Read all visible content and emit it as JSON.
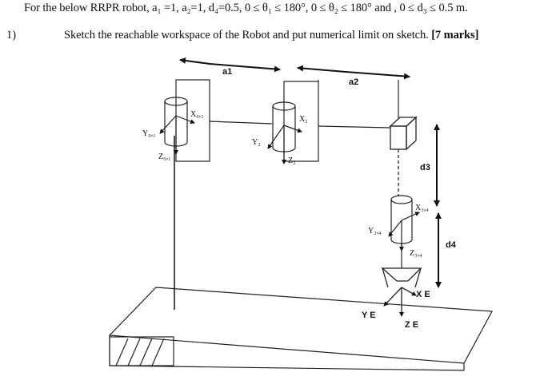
{
  "header": {
    "given_line": "For the below RRPR robot, a₁ =1, a₂=1, d₄=0.5, 0 ≤ θ₁ ≤ 180°, 0 ≤ θ₂ ≤ 180° and , 0 ≤ d₃ ≤ 0.5 m."
  },
  "question": {
    "number": "1)",
    "text": "Sketch the reachable workspace of the Robot and put numerical limit on sketch.",
    "marks": "[7 marks]"
  },
  "diagram": {
    "dim_a1": "a1",
    "dim_a2": "a2",
    "dim_d3": "d3",
    "dim_d4": "d4",
    "frame0_x": "X₀,₁",
    "frame0_y": "Y₀,₁",
    "frame0_z": "Z₀,₁",
    "frame2_x": "X₂",
    "frame2_y": "Y₂",
    "frame2_z": "Z₂",
    "frame34_x": "X₃,₄",
    "frame34_y": "Y₃,₄",
    "frame34_z": "Z₃,₄",
    "end_x": "X E",
    "end_y": "Y E",
    "end_z": "Z E"
  }
}
